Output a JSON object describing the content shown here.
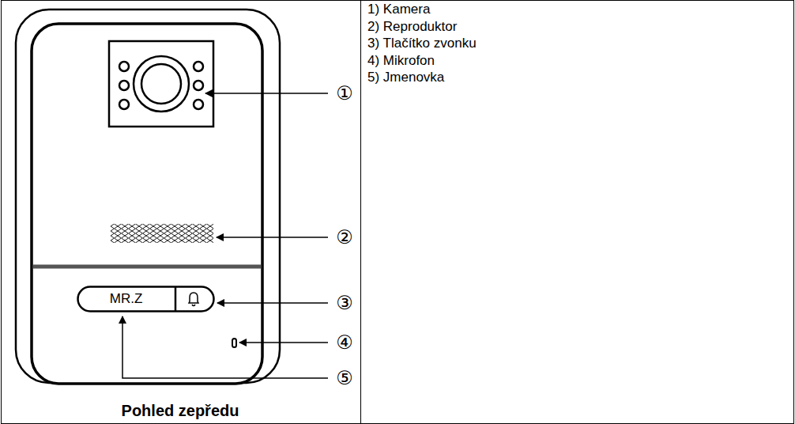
{
  "diagram": {
    "caption": "Pohled zepředu",
    "nodes": [
      {
        "text": [
          "MR.Z"
        ]
      }
    ],
    "labels": [
      "①",
      "②",
      "③",
      "④",
      "⑤",
      "1) Kamera",
      "2) Reproduktor",
      "3) Tlačítko zvonku",
      "4) Mikrofon",
      "5) Jmenovka"
    ]
  }
}
